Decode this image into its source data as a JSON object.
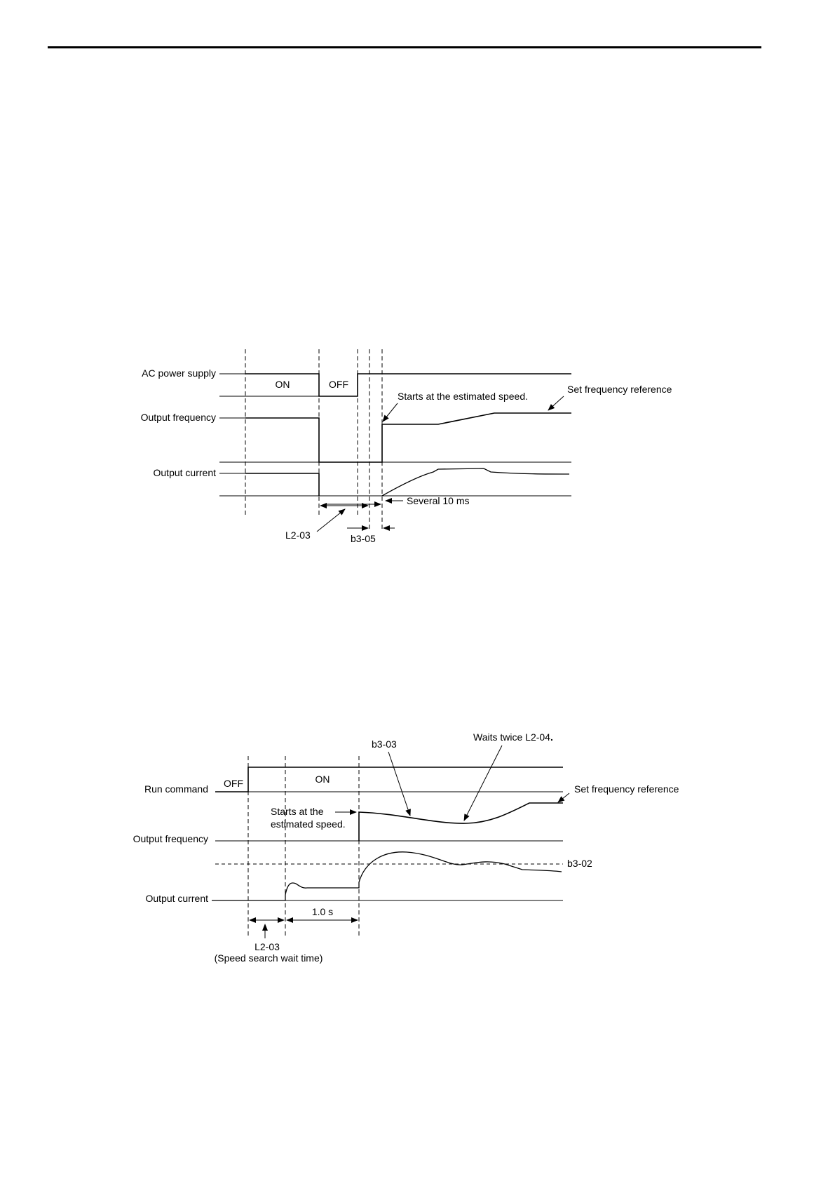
{
  "diagram1": {
    "signals": {
      "ac_power_supply": "AC power supply",
      "output_frequency": "Output frequency",
      "output_current": "Output current"
    },
    "states": {
      "on": "ON",
      "off": "OFF"
    },
    "annotations": {
      "starts_estimated": "Starts at the estimated speed.",
      "set_freq_ref": "Set frequency reference",
      "several_10ms": "Several 10 ms",
      "l2_03": "L2-03",
      "b3_05": "b3-05"
    }
  },
  "diagram2": {
    "signals": {
      "run_command": "Run command",
      "output_frequency": "Output frequency",
      "output_current": "Output current"
    },
    "states": {
      "off": "OFF",
      "on": "ON"
    },
    "annotations": {
      "b3_03": "b3-03",
      "waits_twice": "Waits twice L2-04",
      "waits_dot": ".",
      "set_freq_ref": "Set frequency reference",
      "starts_line1": "Starts at the",
      "starts_line2": "estimated speed.",
      "b3_02": "b3-02",
      "one_s": "1.0 s",
      "l2_03": "L2-03",
      "speed_search_wait": "(Speed search wait time)"
    }
  }
}
